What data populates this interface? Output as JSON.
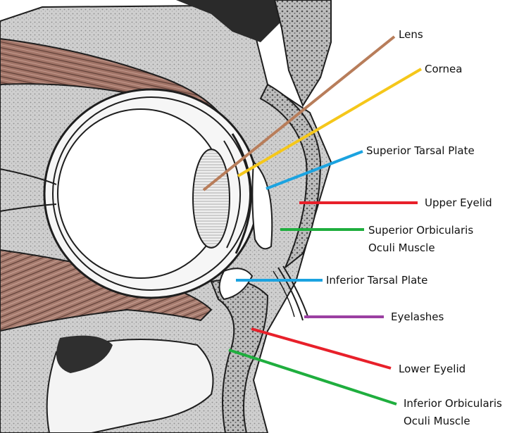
{
  "labels": {
    "lens": "Lens",
    "cornea": "Cornea",
    "superior_tarsal_plate": "Superior Tarsal Plate",
    "upper_eyelid": "Upper Eyelid",
    "superior_orbicularis": [
      "Superior Orbicularis",
      "Oculi Muscle"
    ],
    "inferior_tarsal_plate": "Inferior Tarsal Plate",
    "eyelashes": "Eyelashes",
    "lower_eyelid": "Lower Eyelid",
    "inferior_orbicularis": [
      "Inferior Orbicularis",
      "Oculi Muscle"
    ]
  },
  "leader_colors": {
    "lens": "#b87d5a",
    "cornea": "#f5c71a",
    "superior_tarsal_plate": "#1ba3e0",
    "upper_eyelid": "#e8202a",
    "superior_orbicularis": "#1fae3e",
    "inferior_tarsal_plate": "#1ba3e0",
    "eyelashes": "#9b3fa2",
    "lower_eyelid": "#e8202a",
    "inferior_orbicularis": "#1fae3e"
  },
  "palette": {
    "tissue": "#c9c9c9",
    "tissue_dark": "#9a9a9a",
    "muscle": "#9b6b5e",
    "outline": "#1e1e1e"
  }
}
